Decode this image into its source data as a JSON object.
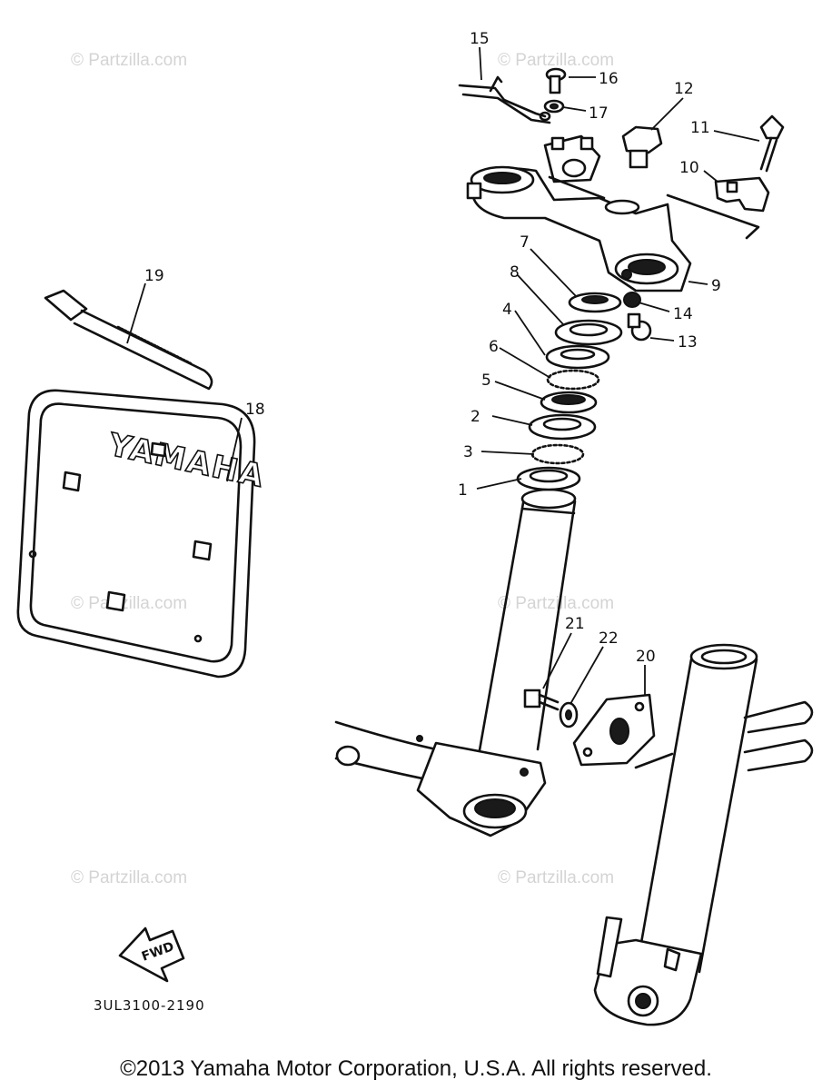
{
  "watermark": "© Partzilla.com",
  "callouts": [
    "1",
    "2",
    "3",
    "4",
    "5",
    "6",
    "7",
    "8",
    "9",
    "10",
    "11",
    "12",
    "13",
    "14",
    "15",
    "16",
    "17",
    "18",
    "19",
    "20",
    "21",
    "22"
  ],
  "plate_brand": "YAMAHA",
  "fwd_label": "FWD",
  "diagram_code": "3UL3100-2190",
  "copyright": "©2013 Yamaha Motor Corporation, U.S.A. All rights reserved."
}
